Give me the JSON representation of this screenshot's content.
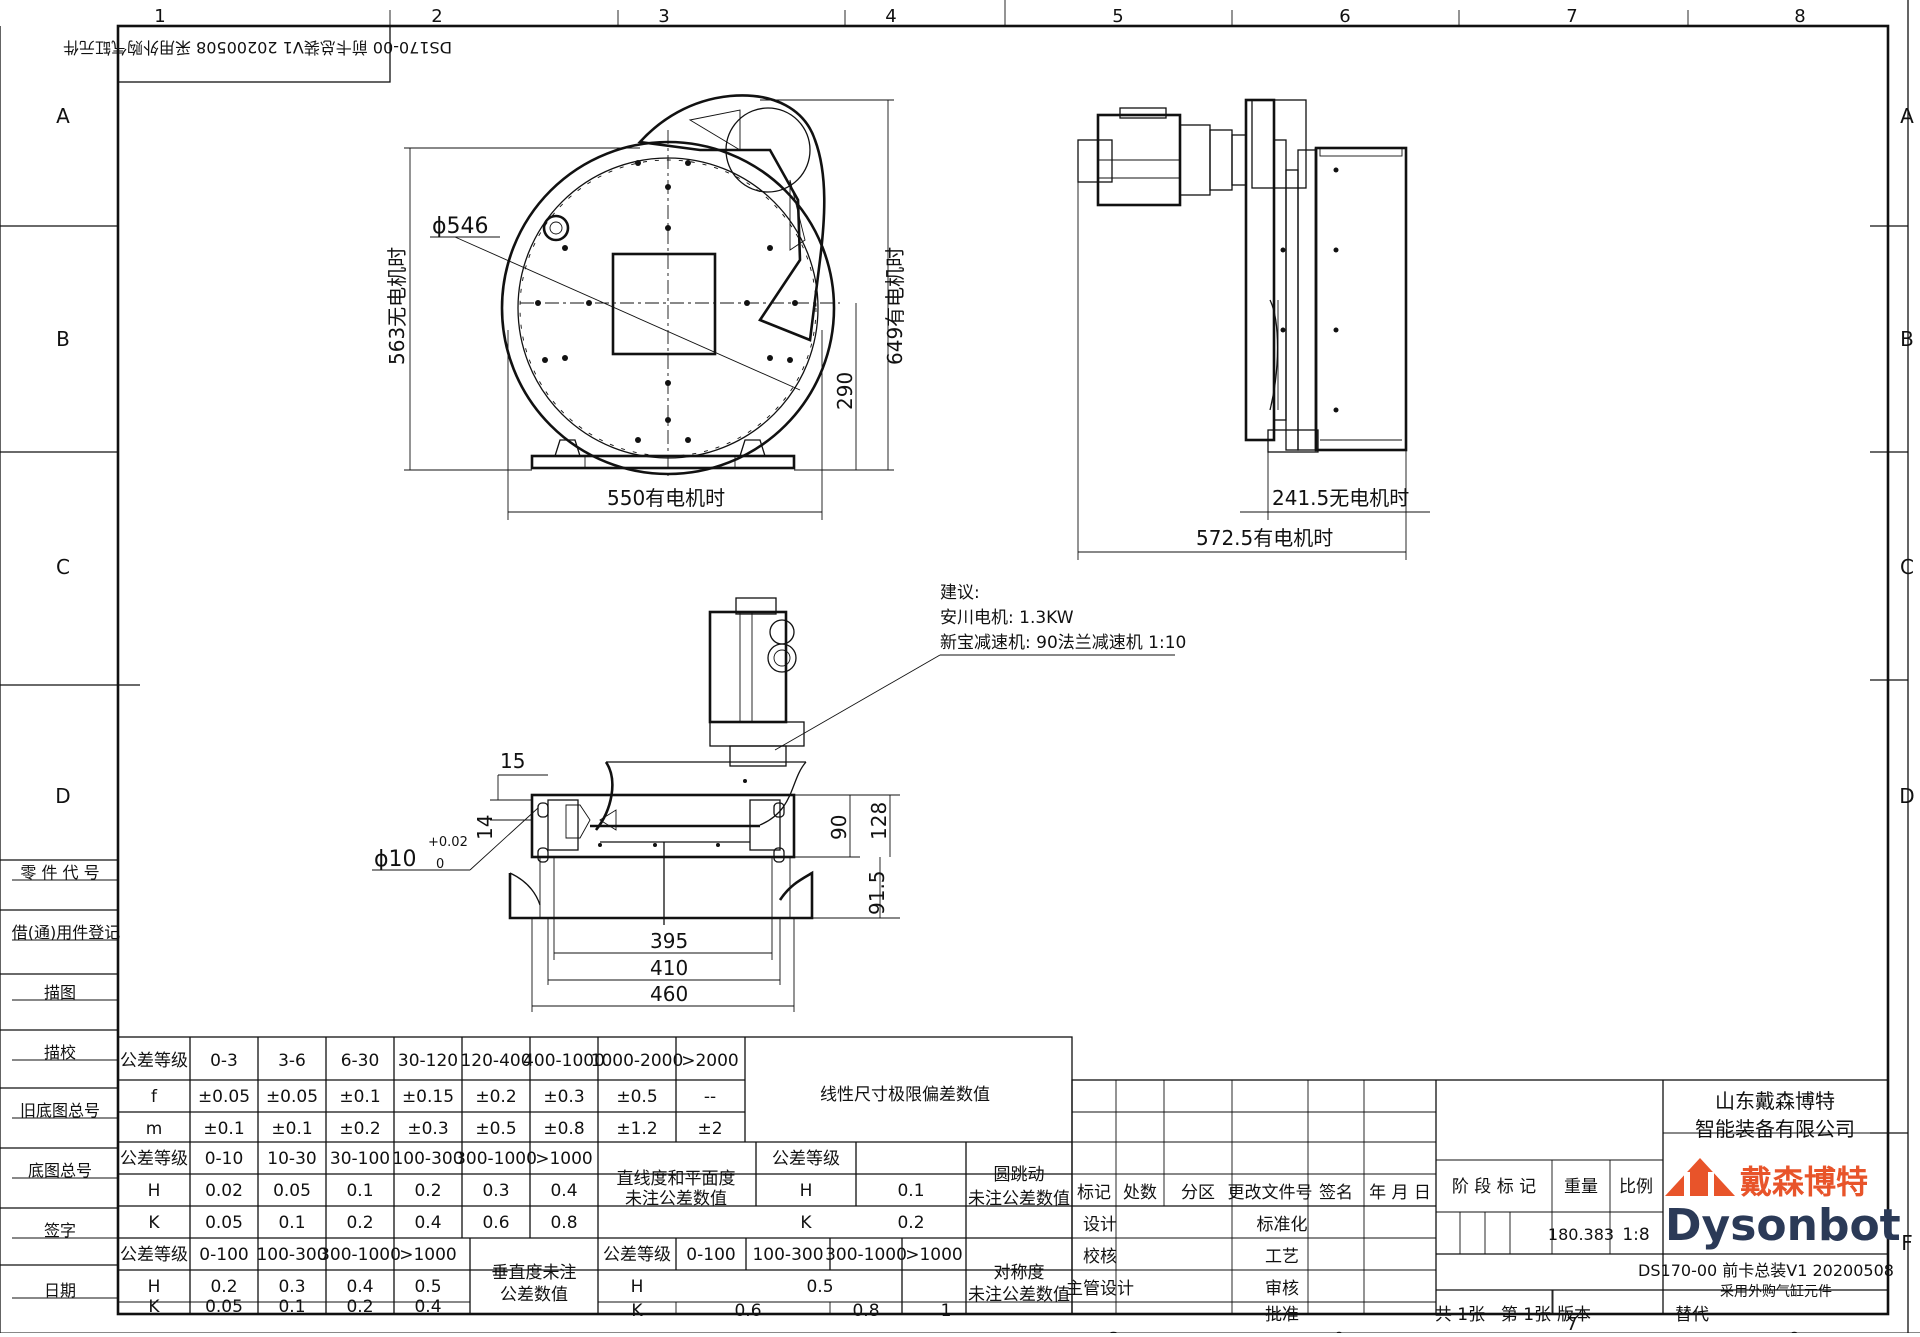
{
  "zone_columns": [
    "1",
    "2",
    "3",
    "4",
    "5",
    "6",
    "7",
    "8"
  ],
  "zone_rows": [
    "A",
    "B",
    "C",
    "D",
    "F"
  ],
  "mirrored_title": "DS170-00 前卡总装V1 20200508 采用外购气缸元件",
  "dims": {
    "diameter": "ϕ546",
    "h_no_motor": "563无电机时",
    "h_with_motor": "649有电机时",
    "center_h": "290",
    "w_with_motor": "550有电机时",
    "side_no_motor": "241.5无电机时",
    "side_with_motor": "572.5有电机时",
    "d15": "15",
    "d14": "14",
    "hole": "ϕ10",
    "tol_upper": "+0.02",
    "tol_lower": "0",
    "d90": "90",
    "d128": "128",
    "d915": "91.5",
    "d395": "395",
    "d410": "410",
    "d460": "460"
  },
  "note": [
    "建议:",
    "安川电机: 1.3KW",
    "新宝减速机: 90法兰减速机 1:10"
  ],
  "left_strip": [
    "零 件 代 号",
    "借(通)用件登记",
    "描图",
    "描校",
    "旧底图总号",
    "底图总号",
    "签字",
    "日期"
  ],
  "tol_table": {
    "linear_title": "线性尺寸极限偏差数值",
    "row1_head": "公差等级",
    "row1_vals": [
      "0-3",
      "3-6",
      "6-30",
      "30-120",
      "120-400",
      "400-1000",
      "1000-2000",
      ">2000"
    ],
    "f_label": "f",
    "f_vals": [
      "±0.05",
      "±0.05",
      "±0.1",
      "±0.15",
      "±0.2",
      "±0.3",
      "±0.5",
      "--"
    ],
    "m_label": "m",
    "m_vals": [
      "±0.1",
      "±0.1",
      "±0.2",
      "±0.3",
      "±0.5",
      "±0.8",
      "±1.2",
      "±2"
    ],
    "r4_head": "公差等级",
    "r4_vals": [
      "0-10",
      "10-30",
      "30-100",
      "100-300",
      "300-1000",
      ">1000"
    ],
    "H_label": "H",
    "H_vals": [
      "0.02",
      "0.05",
      "0.1",
      "0.2",
      "0.3",
      "0.4"
    ],
    "K_label": "K",
    "K_vals": [
      "0.05",
      "0.1",
      "0.2",
      "0.4",
      "0.6",
      "0.8"
    ],
    "flat_title": [
      "直线度和平面度",
      "未注公差数值"
    ],
    "flat_head": "公差等级",
    "flat_H": "0.1",
    "flat_K": "0.2",
    "runout_title": [
      "圆跳动",
      "未注公差数值"
    ],
    "r7_head": "公差等级",
    "r7_vals": [
      "0-100",
      "100-300",
      "300-1000",
      ">1000"
    ],
    "H2_vals": [
      "0.2",
      "0.3",
      "0.4",
      "0.5"
    ],
    "K2_vals": [
      "0.05",
      "0.1",
      "0.2",
      "0.4"
    ],
    "perp_title": [
      "垂直度未注",
      "公差数值"
    ],
    "sym_head": "公差等级",
    "sym_vals": [
      "0-100",
      "100-300",
      "300-1000",
      ">1000"
    ],
    "sym_H": "0.5",
    "sym_K": [
      "0.6",
      "0.8",
      "1"
    ],
    "sym_title": [
      "对称度",
      "未注公差数值"
    ]
  },
  "title_block": {
    "company": [
      "山东戴森博特",
      "智能装备有限公司"
    ],
    "rev_headers": [
      "标记",
      "处数",
      "分区",
      "更改文件号",
      "签名",
      "年 月 日"
    ],
    "roles_left": [
      "设计",
      "校核",
      "主管设计"
    ],
    "roles_right": [
      "标准化",
      "工艺",
      "审核",
      "批准"
    ],
    "stage_label": "阶 段 标 记",
    "weight_label": "重量",
    "scale_label": "比例",
    "weight": "180.383",
    "scale": "1:8",
    "drawing_no": "DS170-00 前卡总装V1 20200508",
    "drawing_sub": "采用外购气缸元件",
    "sheets_total": "共 1张",
    "sheet_no": "第 1张",
    "version": "版本",
    "replace": "替代",
    "logo_cn": "戴森博特",
    "logo_en": "Dysonbot"
  }
}
